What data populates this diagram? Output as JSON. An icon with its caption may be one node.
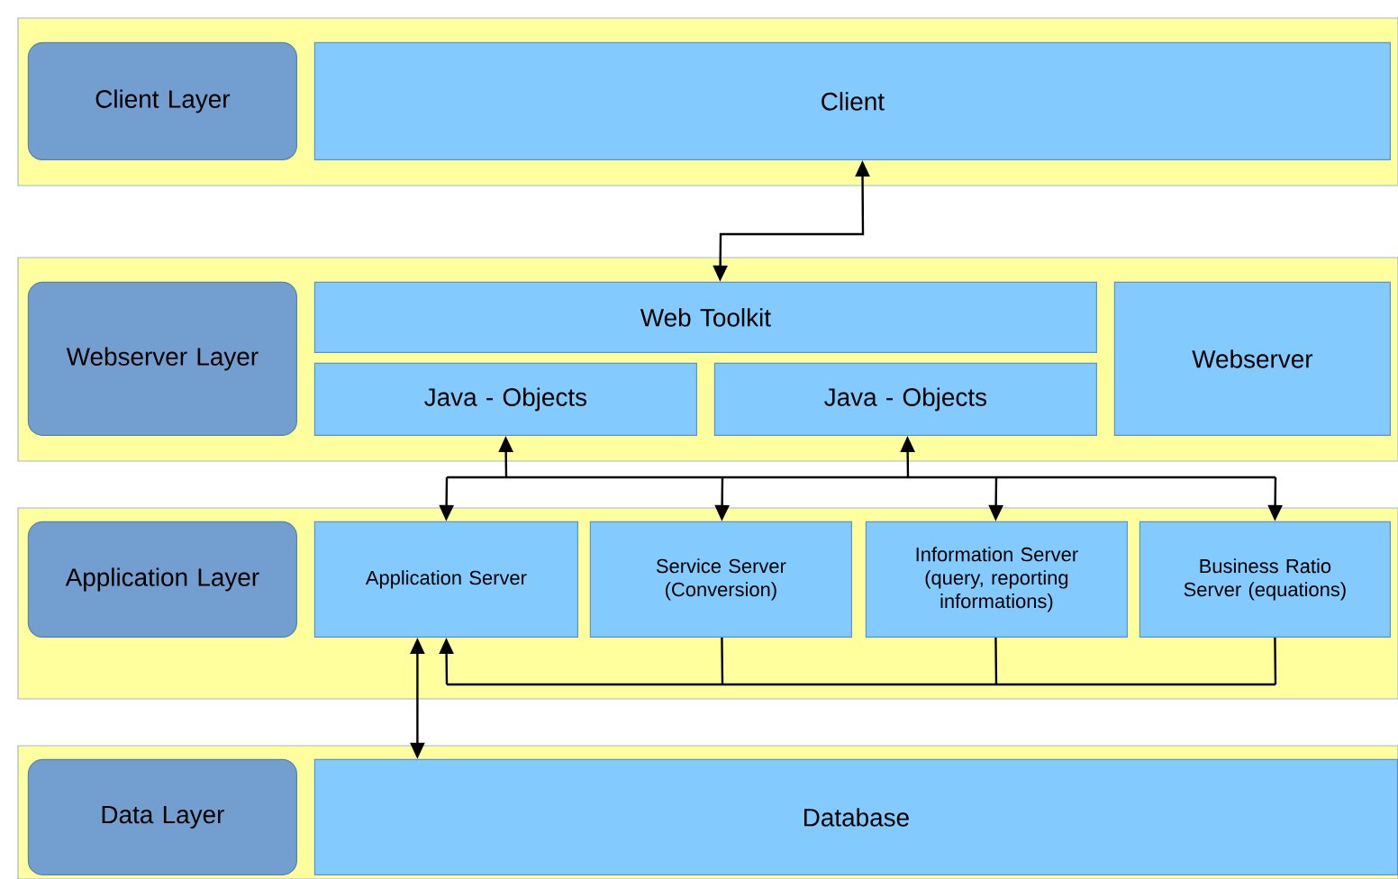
{
  "diagram": {
    "nodes": [
      {
        "text": [],
        "shape": "box"
      },
      {
        "text": [
          "Client Layer"
        ],
        "in": 0
      },
      {
        "text": [
          "Client"
        ],
        "in": 0
      },
      {
        "text": [],
        "shape": "box"
      },
      {
        "text": [
          "Webserver Layer"
        ],
        "in": 3
      },
      {
        "text": [
          "Web Toolkit"
        ],
        "in": 3
      },
      {
        "text": [
          "Java - Objects"
        ],
        "in": 3
      },
      {
        "text": [
          "Java - Objects"
        ],
        "in": 3
      },
      {
        "text": [
          "Webserver"
        ],
        "in": 3
      },
      {
        "text": [],
        "shape": "box"
      },
      {
        "text": [
          "Application Layer"
        ],
        "in": 9
      },
      {
        "text": [
          "Application Server"
        ],
        "in": 9
      },
      {
        "text": [
          "Service Server (Conversion)"
        ],
        "in": 9
      },
      {
        "text": [
          "Information Server (query, reporting informations)"
        ],
        "in": 9
      },
      {
        "text": [
          "Business Ratio Server (equations)"
        ],
        "in": 9
      },
      {
        "text": [],
        "shape": "box"
      },
      {
        "text": [
          "Data Layer"
        ],
        "in": 15
      },
      {
        "text": [
          "Database"
        ],
        "in": 15
      }
    ],
    "edges": [
      {
        "from": 5,
        "to": 2,
        "arrow": "both"
      },
      {
        "from": 6,
        "to": 11,
        "arrow": "both"
      },
      {
        "from": 6,
        "to": 12,
        "arrow": "both"
      },
      {
        "from": 6,
        "to": 13,
        "arrow": "both"
      },
      {
        "from": 6,
        "to": 14,
        "arrow": "both"
      },
      {
        "from": 7,
        "to": 11,
        "arrow": "both"
      },
      {
        "from": 7,
        "to": 12,
        "arrow": "both"
      },
      {
        "from": 7,
        "to": 13,
        "arrow": "both"
      },
      {
        "from": 7,
        "to": 14,
        "arrow": "both"
      },
      {
        "from": 12,
        "to": 11,
        "arrow": "to"
      },
      {
        "from": 13,
        "to": 11,
        "arrow": "to"
      },
      {
        "from": 14,
        "to": 11,
        "arrow": "to"
      },
      {
        "from": 11,
        "to": 17,
        "arrow": "both"
      }
    ]
  }
}
